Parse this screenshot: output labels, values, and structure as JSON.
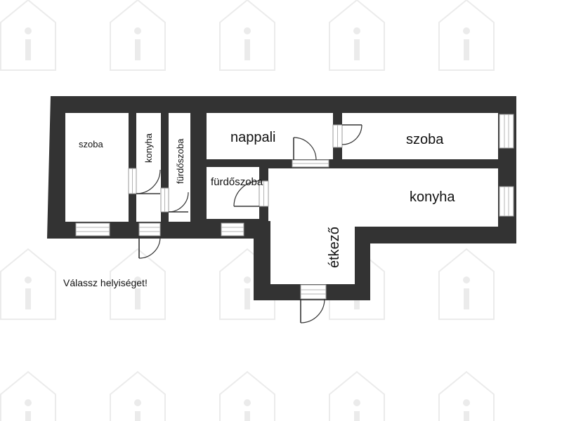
{
  "floorplan": {
    "rooms": [
      {
        "id": "szoba-left",
        "label": "szoba",
        "size": "small",
        "rotate": false
      },
      {
        "id": "konyha-small",
        "label": "konyha",
        "size": "small",
        "rotate": true
      },
      {
        "id": "furdoszoba-vertical",
        "label": "fürdőszoba",
        "size": "small",
        "rotate": true
      },
      {
        "id": "nappali",
        "label": "nappali",
        "size": "big",
        "rotate": false
      },
      {
        "id": "szoba-right",
        "label": "szoba",
        "size": "big",
        "rotate": false
      },
      {
        "id": "furdoszoba-small",
        "label": "fürdőszoba",
        "size": "small",
        "rotate": false
      },
      {
        "id": "konyha-right",
        "label": "konyha",
        "size": "big",
        "rotate": false
      },
      {
        "id": "etkezo",
        "label": "étkező",
        "size": "big",
        "rotate": true
      }
    ],
    "prompt": "Válassz helyiséget!"
  },
  "colors": {
    "wall": "#333333",
    "background": "#ffffff",
    "watermark": "#ebebeb"
  },
  "icons": {
    "watermark": "house-i-icon"
  }
}
